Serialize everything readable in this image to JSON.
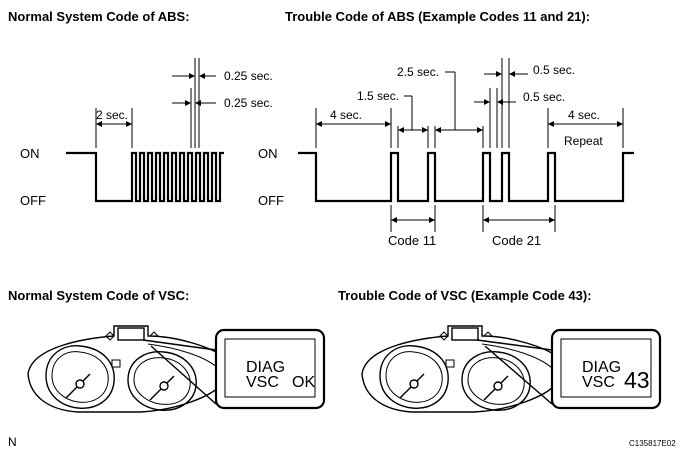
{
  "titles": {
    "abs_normal": "Normal System Code of ABS:",
    "abs_trouble": "Trouble Code of ABS (Example Codes 11 and 21):",
    "vsc_normal": "Normal System Code of VSC:",
    "vsc_trouble": "Trouble Code of VSC (Example Code 43):"
  },
  "states": {
    "on": "ON",
    "off": "OFF"
  },
  "abs_normal": {
    "gap": "2 sec.",
    "pulse_on": "0.25 sec.",
    "pulse_off": "0.25 sec."
  },
  "abs_trouble": {
    "lead": "4 sec.",
    "short_gap": "1.5 sec.",
    "long_gap": "2.5 sec.",
    "pulse_a": "0.5 sec.",
    "pulse_b": "0.5 sec.",
    "tail": "4 sec.",
    "repeat": "Repeat",
    "code_a": "Code 11",
    "code_b": "Code 21"
  },
  "vsc_normal": {
    "line1": "DIAG",
    "line2": "VSC",
    "value": "OK"
  },
  "vsc_trouble": {
    "line1": "DIAG",
    "line2": "VSC",
    "value": "43"
  },
  "footer": {
    "left": "N",
    "right": "C135817E02"
  }
}
